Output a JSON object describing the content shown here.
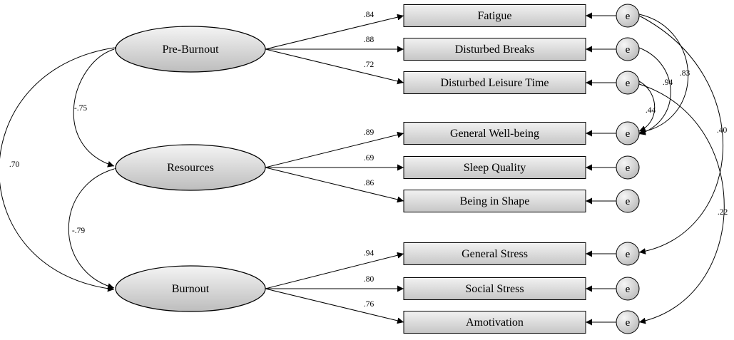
{
  "latents": [
    {
      "id": "preburnout",
      "label": "Pre-Burnout"
    },
    {
      "id": "resources",
      "label": "Resources"
    },
    {
      "id": "burnout",
      "label": "Burnout"
    }
  ],
  "indicators": [
    {
      "label": "Fatigue",
      "loading": ".84",
      "latent": 0
    },
    {
      "label": "Disturbed Breaks",
      "loading": ".88",
      "latent": 0
    },
    {
      "label": "Disturbed Leisure Time",
      "loading": ".72",
      "latent": 0
    },
    {
      "label": "General Well-being",
      "loading": ".89",
      "latent": 1
    },
    {
      "label": "Sleep Quality",
      "loading": ".69",
      "latent": 1
    },
    {
      "label": "Being in Shape",
      "loading": ".86",
      "latent": 1
    },
    {
      "label": "General Stress",
      "loading": ".94",
      "latent": 2
    },
    {
      "label": "Social Stress",
      "loading": ".80",
      "latent": 2
    },
    {
      "label": "Amotivation",
      "loading": ".76",
      "latent": 2
    }
  ],
  "error_label": "e",
  "latent_correlations": [
    {
      "from": 0,
      "to": 1,
      "value": "-.75"
    },
    {
      "from": 1,
      "to": 2,
      "value": "-.79"
    },
    {
      "from": 0,
      "to": 2,
      "value": ".70"
    }
  ],
  "error_covariances": [
    {
      "from": 0,
      "to": 3,
      "value": ".83"
    },
    {
      "from": 1,
      "to": 3,
      "value": ".94"
    },
    {
      "from": 2,
      "to": 3,
      "value": ".44"
    },
    {
      "from": 0,
      "to": 6,
      "value": ".40"
    },
    {
      "from": 2,
      "to": 8,
      "value": ".22"
    }
  ],
  "colors": {
    "fill_light": "#f4f4f4",
    "fill_dark": "#bdbdbd",
    "stroke": "#000000"
  }
}
